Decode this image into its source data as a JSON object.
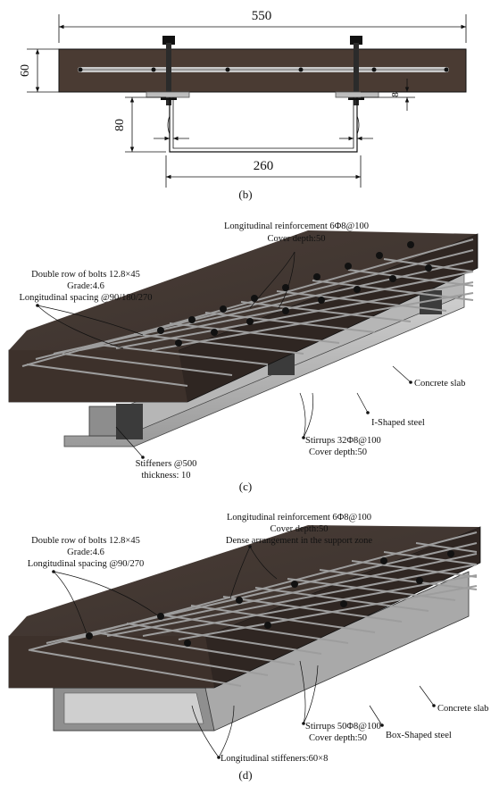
{
  "panel_b": {
    "label": "(b)",
    "dim_width": "550",
    "dim_height": "60",
    "dim_depth": "80",
    "dim_bottom": "260",
    "dim_small": "8"
  },
  "panel_c": {
    "label": "(c)",
    "reinforcement_line1": "Longitudinal reinforcement 6Φ8@100",
    "reinforcement_line2": "Cover depth:50",
    "bolts_line1": "Double row of bolts 12.8×45",
    "bolts_line2": "Grade:4.6",
    "bolts_line3": "Longitudinal spacing @90/180/270",
    "concrete_slab": "Concrete slab",
    "steel_type": "I-Shaped steel",
    "stirrups_line1": "Stirrups 32Φ8@100",
    "stirrups_line2": "Cover depth:50",
    "stiffeners_line1": "Stiffeners @500",
    "stiffeners_line2": "thickness: 10"
  },
  "panel_d": {
    "label": "(d)",
    "reinforcement_line1": "Longitudinal reinforcement 6Φ8@100",
    "reinforcement_line2": "Cover depth:50",
    "reinforcement_line3": "Dense arrangement in the support zone",
    "bolts_line1": "Double row of bolts 12.8×45",
    "bolts_line2": "Grade:4.6",
    "bolts_line3": "Longitudinal spacing @90/270",
    "concrete_slab": "Concrete slab",
    "steel_type": "Box-Shaped steel",
    "stirrups_line1": "Stirrups 50Φ8@100",
    "stirrups_line2": "Cover depth:50",
    "stiffeners_line1": "Longitudinal stiffeners:60×8"
  }
}
